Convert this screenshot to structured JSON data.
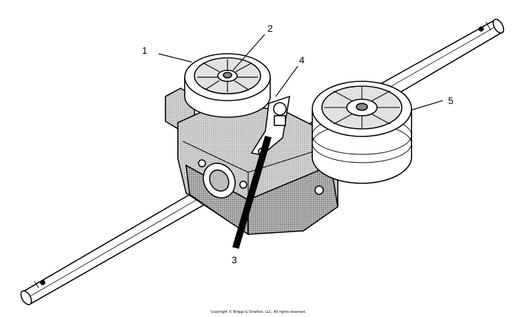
{
  "callouts": [
    {
      "id": "1",
      "label": "1"
    },
    {
      "id": "2",
      "label": "2"
    },
    {
      "id": "3",
      "label": "3"
    },
    {
      "id": "4",
      "label": "4"
    },
    {
      "id": "5",
      "label": "5"
    }
  ],
  "footer": {
    "copyright": "Copyright © Briggs & Stratton, LLC. All rights reserved."
  },
  "colors": {
    "line": "#000000",
    "housing_fill": "#c8c8c8",
    "housing_shade": "#a6a6a6",
    "paper": "#ffffff"
  }
}
